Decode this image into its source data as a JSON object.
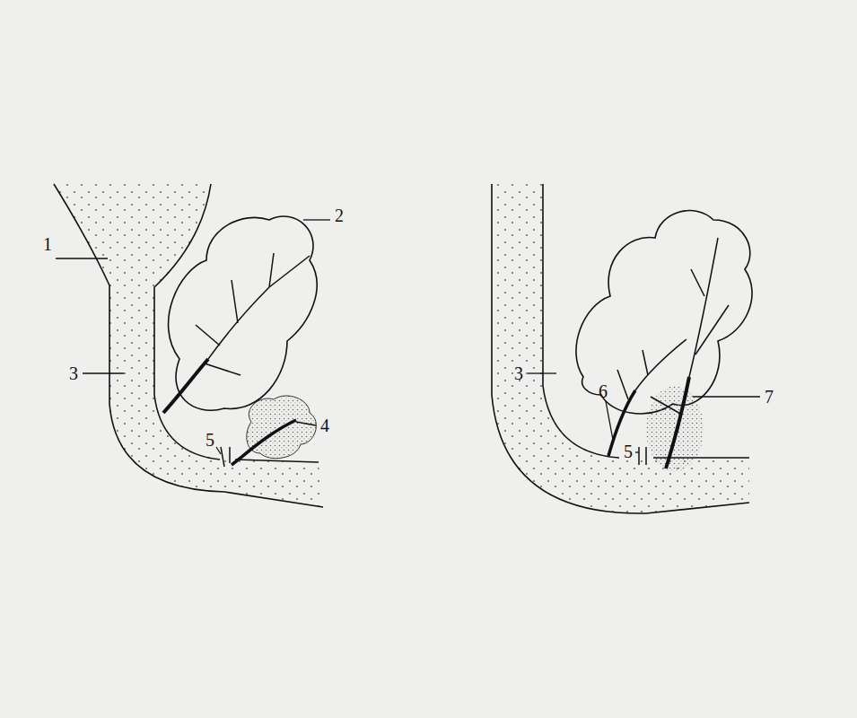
{
  "diagram": {
    "labels": [
      "1",
      "2",
      "3",
      "4",
      "5",
      "3",
      "6",
      "5",
      "7"
    ]
  }
}
